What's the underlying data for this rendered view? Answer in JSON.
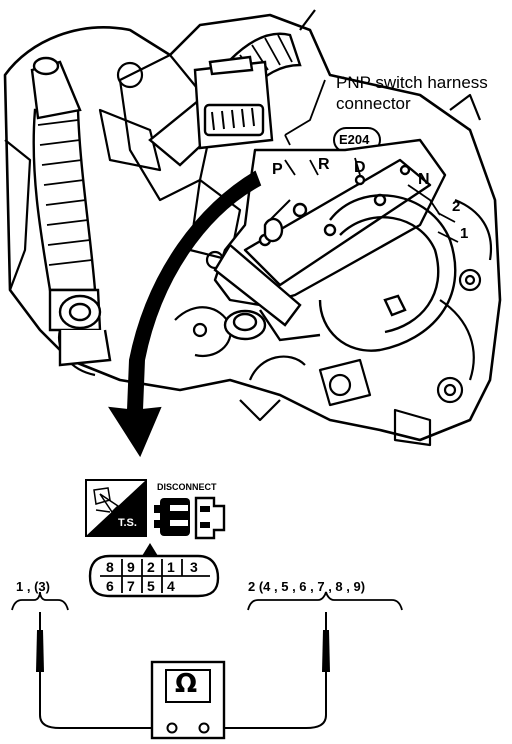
{
  "callout": {
    "line1": "PNP switch harness",
    "line2": "connector",
    "code": "E204"
  },
  "positions": [
    "P",
    "R",
    "D",
    "N"
  ],
  "parts": [
    "2",
    "1"
  ],
  "icons": {
    "ts_label": "T.S.",
    "disconnect_label": "DISCONNECT",
    "ts_icon": "technical-service-icon",
    "disconnect_icon": "disconnect-connector-icon"
  },
  "connector": {
    "top_row": [
      "8",
      "9",
      "2",
      "1",
      "3"
    ],
    "bottom_row": [
      "6",
      "7",
      "5",
      "4"
    ]
  },
  "probes": {
    "left": "1 , (3)",
    "right": "2 (4 , 5 , 6 , 7 , 8 , 9)"
  },
  "meter": {
    "symbol": "Ω",
    "icon": "ohmmeter-icon"
  }
}
